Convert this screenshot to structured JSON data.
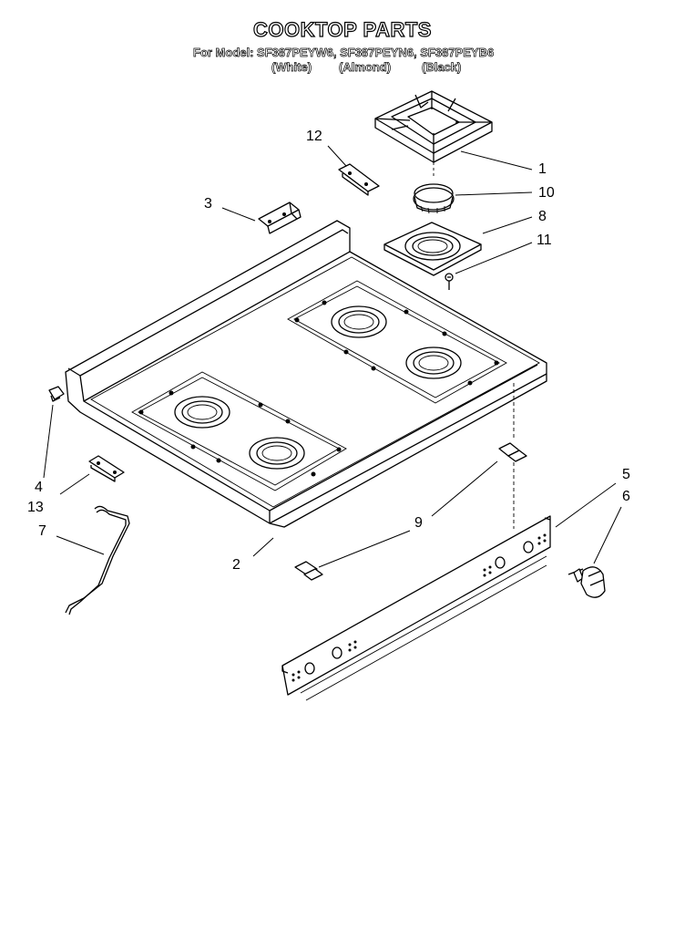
{
  "title": "COOKTOP PARTS",
  "model_line": "For Model: SF387PEYW6, SF387PEYN6, SF387PEYB6",
  "colors": [
    "(White)",
    "(Almond)",
    "(Black)"
  ],
  "callouts": {
    "c1": "1",
    "c2": "2",
    "c3": "3",
    "c4": "4",
    "c5": "5",
    "c6": "6",
    "c7": "7",
    "c8": "8",
    "c9": "9",
    "c10": "10",
    "c11": "11",
    "c12": "12",
    "c13": "13"
  }
}
